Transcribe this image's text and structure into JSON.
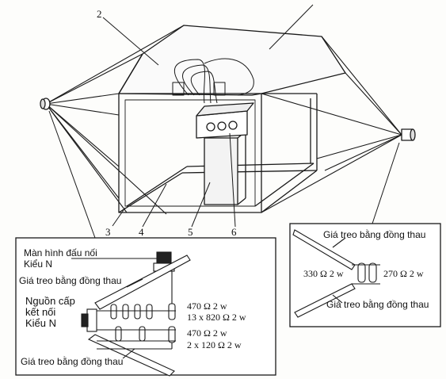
{
  "callouts": {
    "c2": "2",
    "c3": "3",
    "c4": "4",
    "c5": "5",
    "c6": "6"
  },
  "left_inset": {
    "connector_screen": "Màn hình đấu nối",
    "connector_type_top": "Kiểu N",
    "brass_hanger_top": "Giá treo bằng đồng thau",
    "source_line1": "Nguồn cấp",
    "source_line2": "kết nối",
    "source_type": "Kiểu N",
    "res_a_value": "470 Ω 2 w",
    "res_a_array": "13 x 820 Ω 2 w",
    "res_b_value": "470 Ω 2 w",
    "res_b_array": "2 x 120 Ω 2 w",
    "brass_hanger_bottom": "Giá treo bằng đồng thau"
  },
  "right_inset": {
    "brass_hanger_top": "Giá treo bằng đồng thau",
    "res_left": "330 Ω 2 w",
    "res_right": "270 Ω 2 w",
    "brass_hanger_bottom": "Giá treo bằng đồng thau"
  }
}
